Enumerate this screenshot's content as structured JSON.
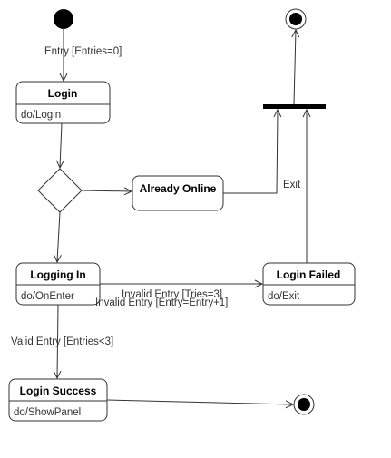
{
  "states": {
    "login": {
      "name": "Login",
      "activity": "do/Login"
    },
    "already_online": {
      "name": "Already Online"
    },
    "logging_in": {
      "name": "Logging In",
      "activity": "do/OnEnter"
    },
    "login_failed": {
      "name": "Login Failed",
      "activity": "do/Exit"
    },
    "login_success": {
      "name": "Login Success",
      "activity": "do/ShowPanel"
    }
  },
  "transitions": {
    "entry": "Entry [Entries=0]",
    "exit": "Exit",
    "invalid_tries": "Invalid Entry [Tries=3]",
    "invalid_entry": "Invalid Entry [Entry=Entry+1]",
    "valid_entry": "Valid Entry [Entries<3]"
  }
}
